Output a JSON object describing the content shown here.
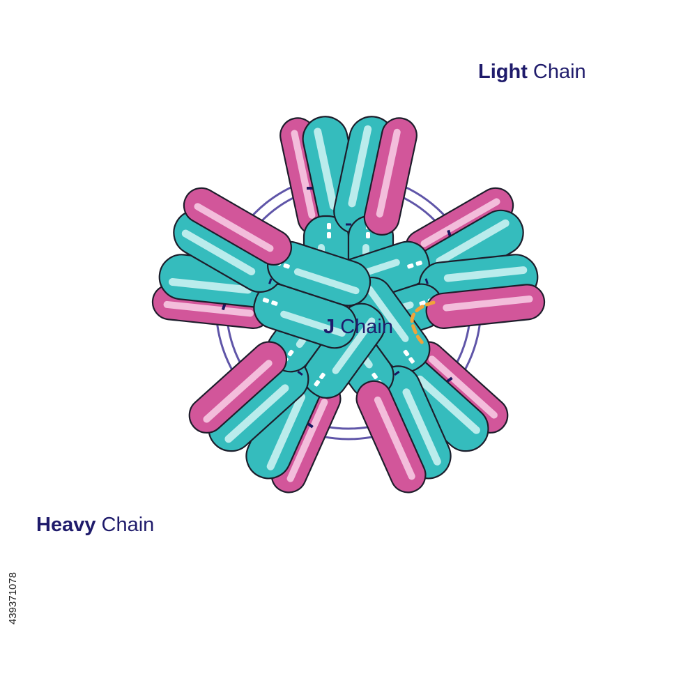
{
  "labels": {
    "light": {
      "strong": "Light",
      "rest": " Chain"
    },
    "heavy": {
      "strong": "Heavy",
      "rest": " Chain"
    },
    "j": {
      "strong": "J",
      "rest": " Chain"
    }
  },
  "stock_id": "439371078",
  "colors": {
    "heavy_fill": "#35bcbd",
    "heavy_highlight": "#c9f1f1",
    "light_fill": "#d2569a",
    "light_highlight": "#f6c9e2",
    "outline": "#1d1d2b",
    "ring": "#5f55a8",
    "j_chain": "#f0a43a",
    "label": "#1f1b6b"
  },
  "diagram": {
    "antibody_count": 5
  }
}
